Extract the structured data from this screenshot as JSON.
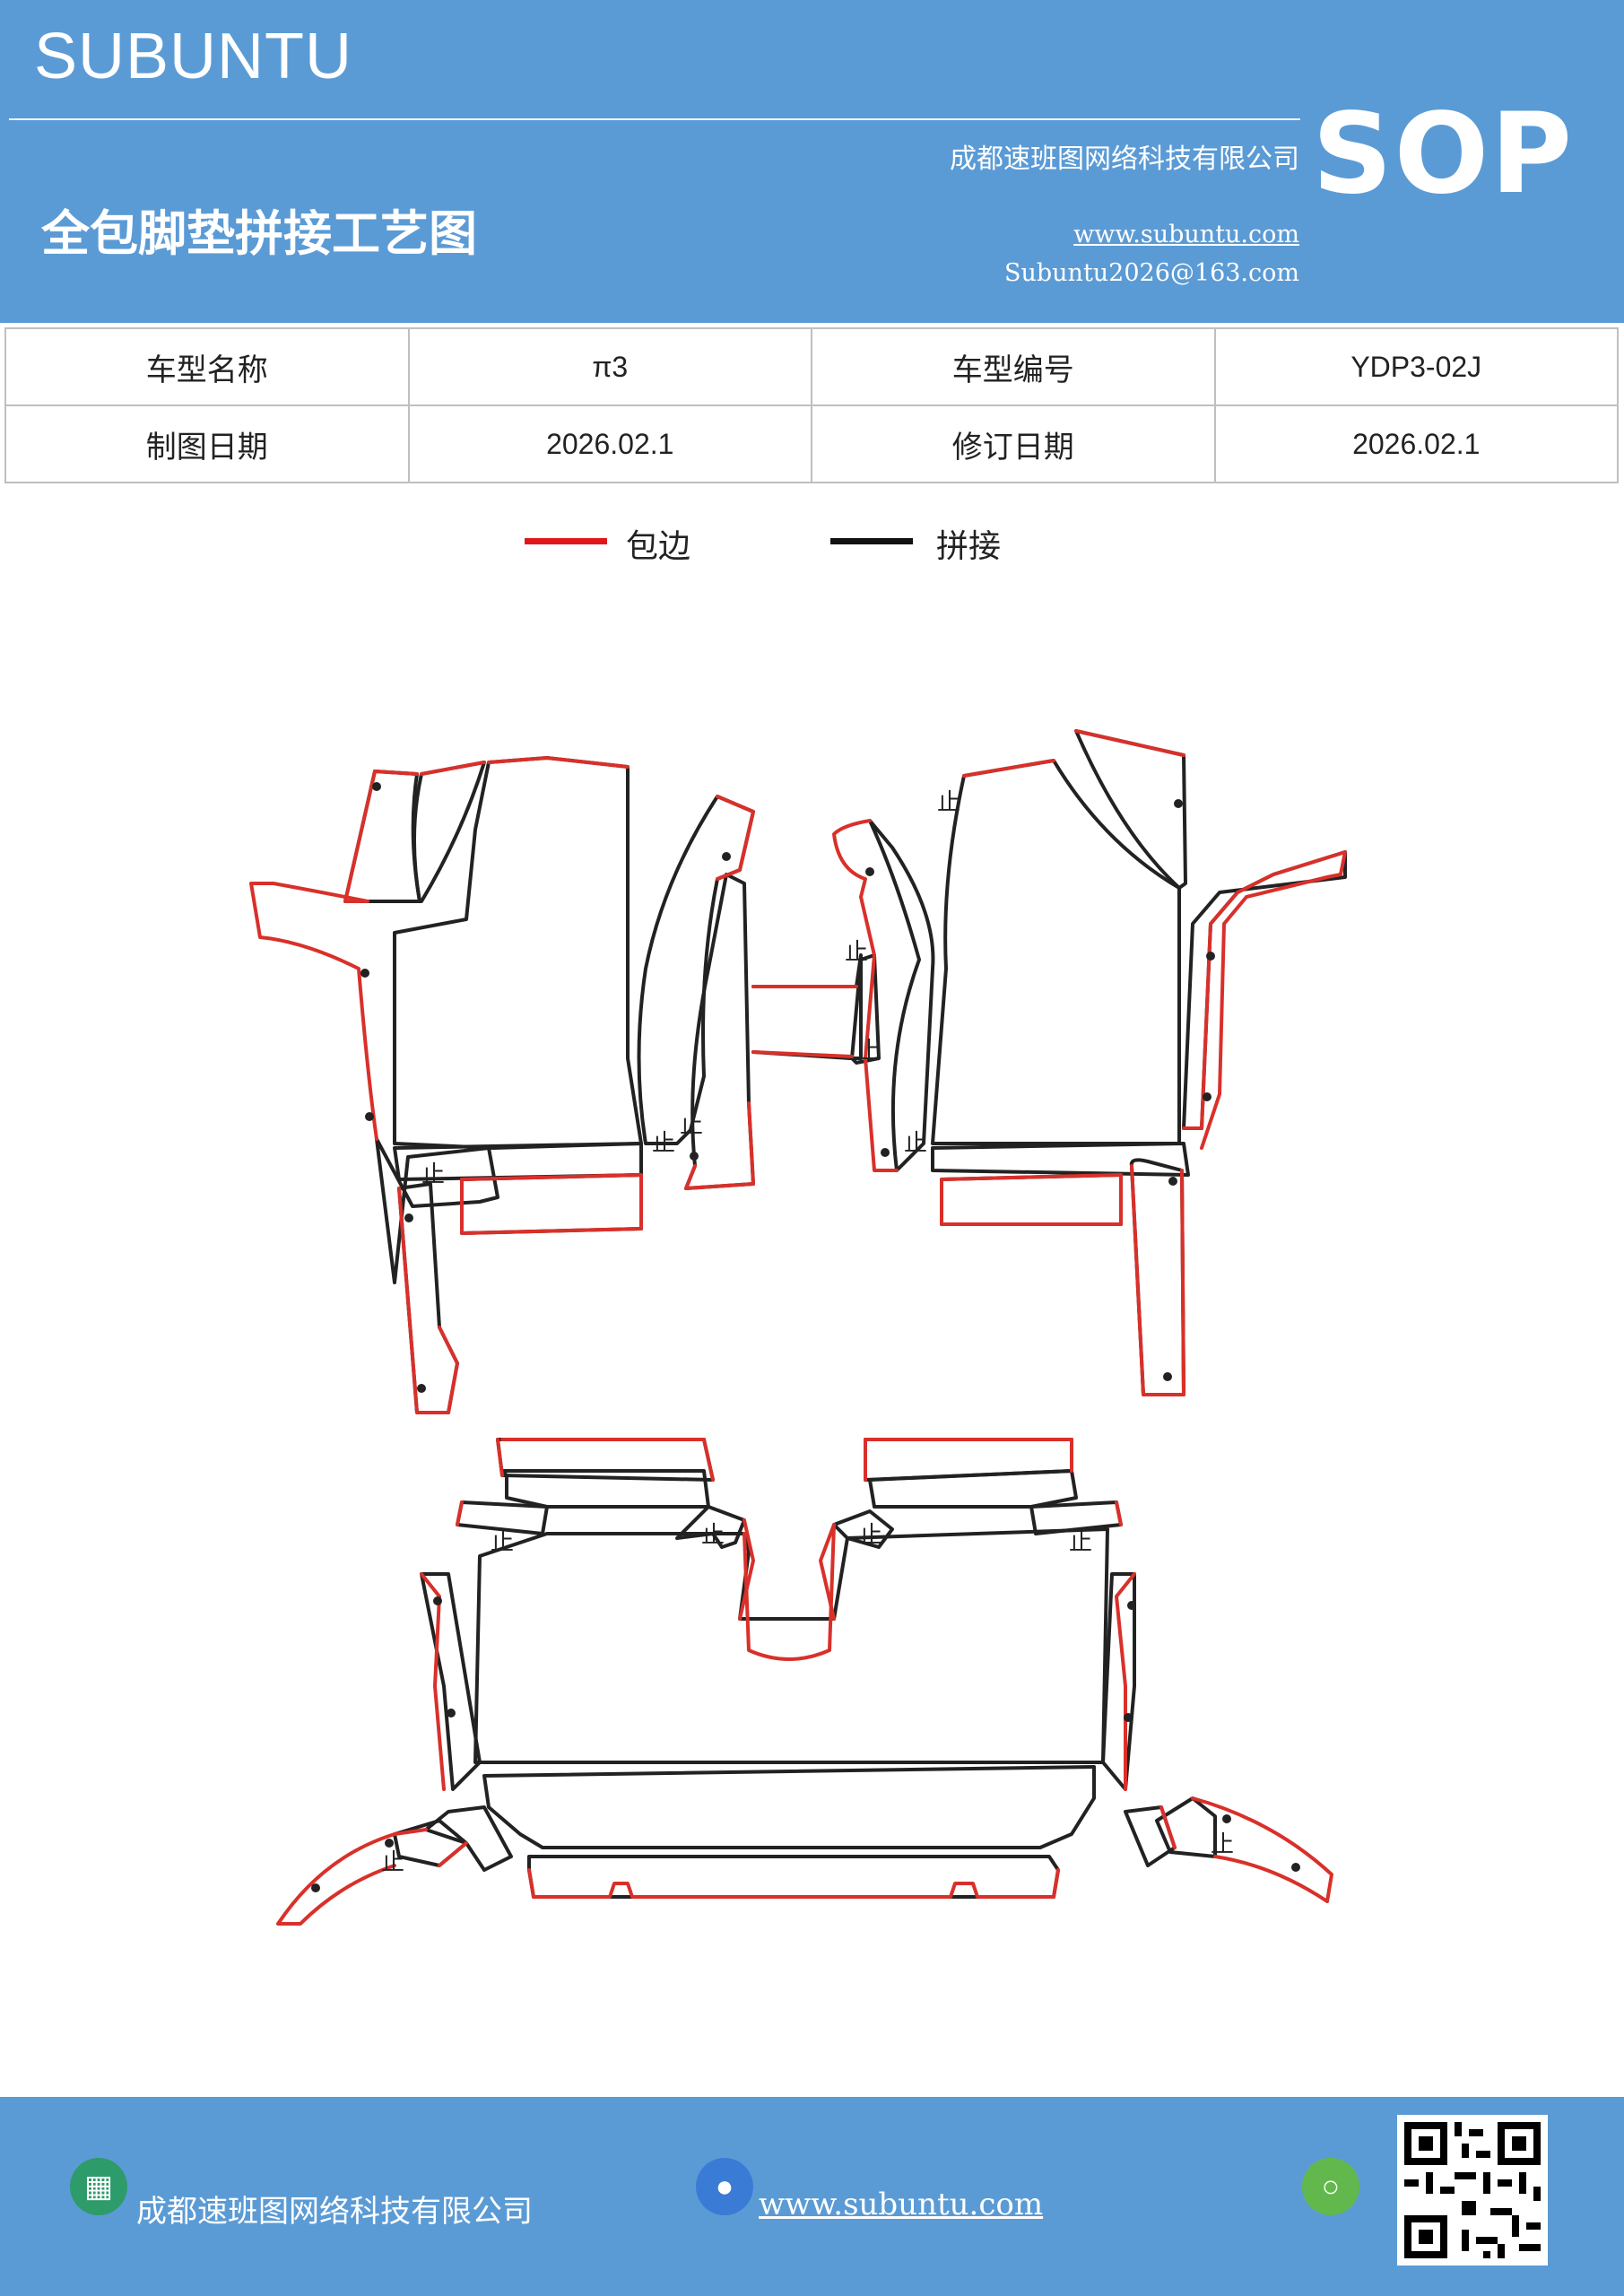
{
  "header": {
    "brand": "SUBUNTU",
    "doc_type": "SOP",
    "company": "成都速班图网络科技有限公司",
    "title": "全包脚垫拼接工艺图",
    "website": "www.subuntu.com",
    "email": "Subuntu2026@163.com"
  },
  "info_table": {
    "row1": {
      "model_name_label": "车型名称",
      "model_name_value": "π3",
      "model_code_label": "车型编号",
      "model_code_value": "YDP3-02J"
    },
    "row2": {
      "draw_date_label": "制图日期",
      "draw_date_value": "2026.02.1",
      "revise_date_label": "修订日期",
      "revise_date_value": "2026.02.1"
    }
  },
  "legend": {
    "edge_label": "包边",
    "seam_label": "拼接"
  },
  "colors": {
    "header_bg": "#5b9bd5",
    "edge_line": "#d9302a",
    "seam_line": "#222222"
  },
  "diagram": {
    "stop_mark": "止"
  },
  "footer": {
    "company": "成都速班图网络科技有限公司",
    "website": "www.subuntu.com",
    "icons": [
      "building-icon",
      "globe-icon",
      "wechat-icon",
      "qr-code"
    ]
  }
}
